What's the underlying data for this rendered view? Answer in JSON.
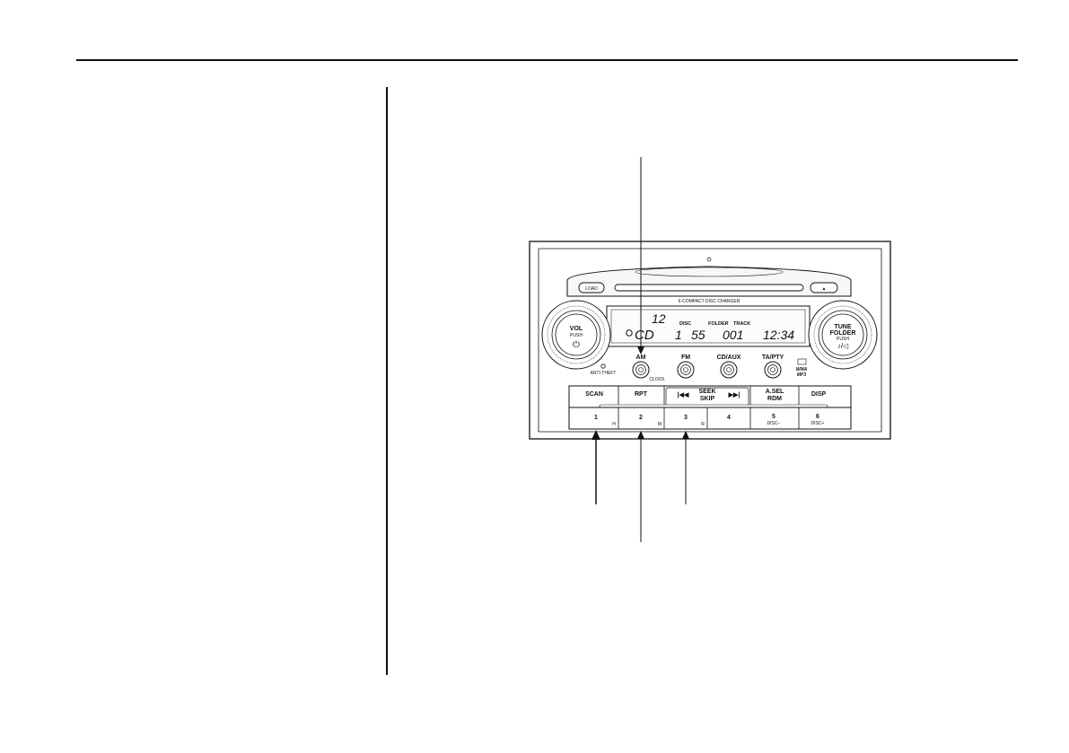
{
  "faceplate": {
    "load": "LOAD",
    "eject_symbol": "▲",
    "changer": "6-COMPACT DISC CHANGER"
  },
  "display": {
    "preset": "12",
    "mode": "CD",
    "disc_label": "DISC",
    "folder_label": "FOLDER",
    "track_label": "TRACK",
    "disc_num": "1",
    "folder_num": "55",
    "track_num": "001",
    "time": "12:34"
  },
  "knobs": {
    "vol": "VOL",
    "vol_push": "PUSH",
    "vol_power": "⏻",
    "tune": "TUNE",
    "folder": "FOLDER",
    "tune_push": "PUSH",
    "tune_sound": "♪/◁"
  },
  "buttons": {
    "am": "AM",
    "fm": "FM",
    "cd_aux": "CD/AUX",
    "ta_pty": "TA/PTY",
    "clock": "CLOCK",
    "anti_theft": "ANTI THEFT",
    "scan": "SCAN",
    "rpt": "RPT",
    "seek": "SEEK",
    "skip": "SKIP",
    "prev": "|◀◀",
    "next": "▶▶|",
    "a_sel": "A.SEL",
    "rdm": "RDM",
    "disp": "DISP",
    "preset_1": "1",
    "preset_2": "2",
    "preset_3": "3",
    "preset_4": "4",
    "preset_5": "5",
    "preset_6": "6",
    "sub_h": "H",
    "sub_m": "M",
    "sub_r": "R",
    "disc_minus": "DISC−",
    "disc_plus": "DISC+",
    "mp3": "MP3",
    "wma": "WMA"
  }
}
